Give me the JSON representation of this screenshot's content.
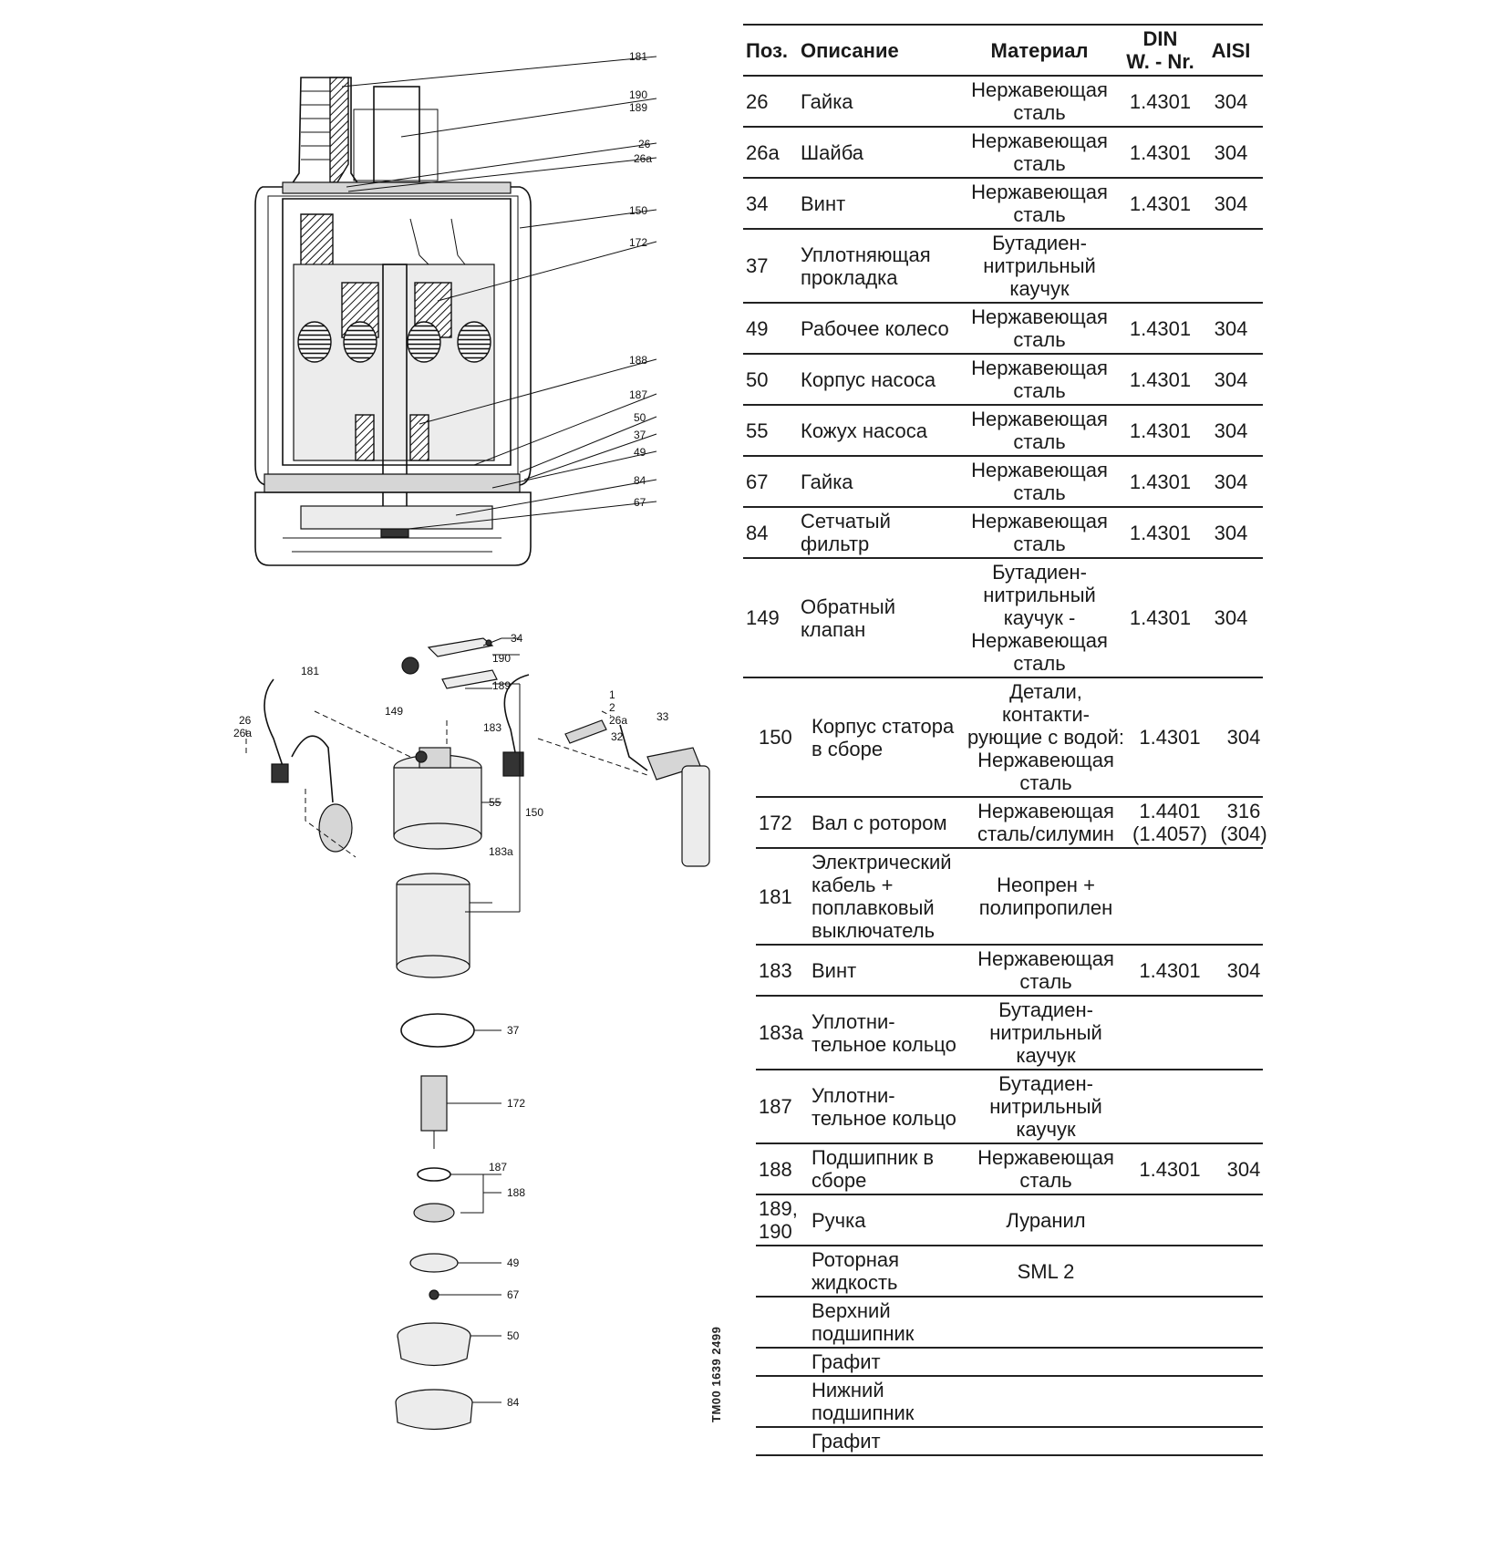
{
  "drawing_callouts": {
    "top": [
      "181",
      "190",
      "189",
      "26",
      "26a",
      "150",
      "172",
      "188",
      "187",
      "50",
      "37",
      "49",
      "84",
      "67"
    ],
    "exploded": [
      "34",
      "190",
      "189",
      "181",
      "149",
      "183",
      "26",
      "26a",
      "1",
      "2",
      "26a",
      "33",
      "32",
      "55",
      "150",
      "183a",
      "37",
      "172",
      "187",
      "188",
      "49",
      "67",
      "50",
      "84"
    ]
  },
  "drawing_code": "TM00 1639 2499",
  "table": {
    "headers": {
      "pos": "Поз.",
      "desc": "Описание",
      "material": "Материал",
      "din_1": "DIN",
      "din_2": "W. - Nr.",
      "aisi": "AISI"
    },
    "rows": [
      {
        "pos": "26",
        "desc": "Гайка",
        "material": "Нержавеющая сталь",
        "din": "1.4301",
        "aisi": "304"
      },
      {
        "pos": "26a",
        "desc": "Шайба",
        "material": "Нержавеющая сталь",
        "din": "1.4301",
        "aisi": "304"
      },
      {
        "pos": "34",
        "desc": "Винт",
        "material": "Нержавеющая сталь",
        "din": "1.4301",
        "aisi": "304"
      },
      {
        "pos": "37",
        "desc": "Уплотняющая прокладка",
        "material": "Бутадиен-нитрильный каучук",
        "din": "",
        "aisi": ""
      },
      {
        "pos": "49",
        "desc": "Рабочее колесо",
        "material": "Нержавеющая сталь",
        "din": "1.4301",
        "aisi": "304"
      },
      {
        "pos": "50",
        "desc": "Корпус насоса",
        "material": "Нержавеющая сталь",
        "din": "1.4301",
        "aisi": "304"
      },
      {
        "pos": "55",
        "desc": "Кожух насоса",
        "material": "Нержавеющая сталь",
        "din": "1.4301",
        "aisi": "304"
      },
      {
        "pos": "67",
        "desc": "Гайка",
        "material": "Нержавеющая сталь",
        "din": "1.4301",
        "aisi": "304"
      },
      {
        "pos": "84",
        "desc": "Сетчатый фильтр",
        "material": "Нержавеющая сталь",
        "din": "1.4301",
        "aisi": "304"
      },
      {
        "pos": "149",
        "desc": "Обратный клапан",
        "material": "Бутадиен-нитрильный каучук - Нержавеющая сталь",
        "din": "1.4301",
        "aisi": "304"
      },
      {
        "pos": "150",
        "desc": "Корпус статора в сборе",
        "material": "Детали, контакти-рующие с водой: Нержавеющая сталь",
        "din": "1.4301",
        "aisi": "304"
      },
      {
        "pos": "172",
        "desc": "Вал с ротором",
        "material": "Нержавеющая сталь/силумин",
        "din": "1.4401 (1.4057)",
        "aisi": "316 (304)"
      },
      {
        "pos": "181",
        "desc": "Электрический кабель + поплавковый выключатель",
        "material": "Неопрен + полипропилен",
        "din": "",
        "aisi": ""
      },
      {
        "pos": "183",
        "desc": "Винт",
        "material": "Нержавеющая сталь",
        "din": "1.4301",
        "aisi": "304"
      },
      {
        "pos": "183a",
        "desc": "Уплотни-тельное кольцо",
        "material": "Бутадиен-нитрильный каучук",
        "din": "",
        "aisi": ""
      },
      {
        "pos": "187",
        "desc": "Уплотни-тельное кольцо",
        "material": "Бутадиен-нитрильный каучук",
        "din": "",
        "aisi": ""
      },
      {
        "pos": "188",
        "desc": "Подшипник в сборе",
        "material": "Нержавеющая сталь",
        "din": "1.4301",
        "aisi": "304"
      },
      {
        "pos": "189, 190",
        "desc": "Ручка",
        "material": "Луранил",
        "din": "",
        "aisi": ""
      },
      {
        "pos": "",
        "desc": "Роторная жидкость",
        "material": "SML 2",
        "din": "",
        "aisi": ""
      },
      {
        "pos": "",
        "desc": "Верхний подшипник",
        "material": "",
        "din": "",
        "aisi": ""
      },
      {
        "pos": "",
        "desc": "Графит",
        "material": "",
        "din": "",
        "aisi": ""
      },
      {
        "pos": "",
        "desc": "Нижний подшипник",
        "material": "",
        "din": "",
        "aisi": ""
      },
      {
        "pos": "",
        "desc": "Графит",
        "material": "",
        "din": "",
        "aisi": ""
      }
    ]
  }
}
